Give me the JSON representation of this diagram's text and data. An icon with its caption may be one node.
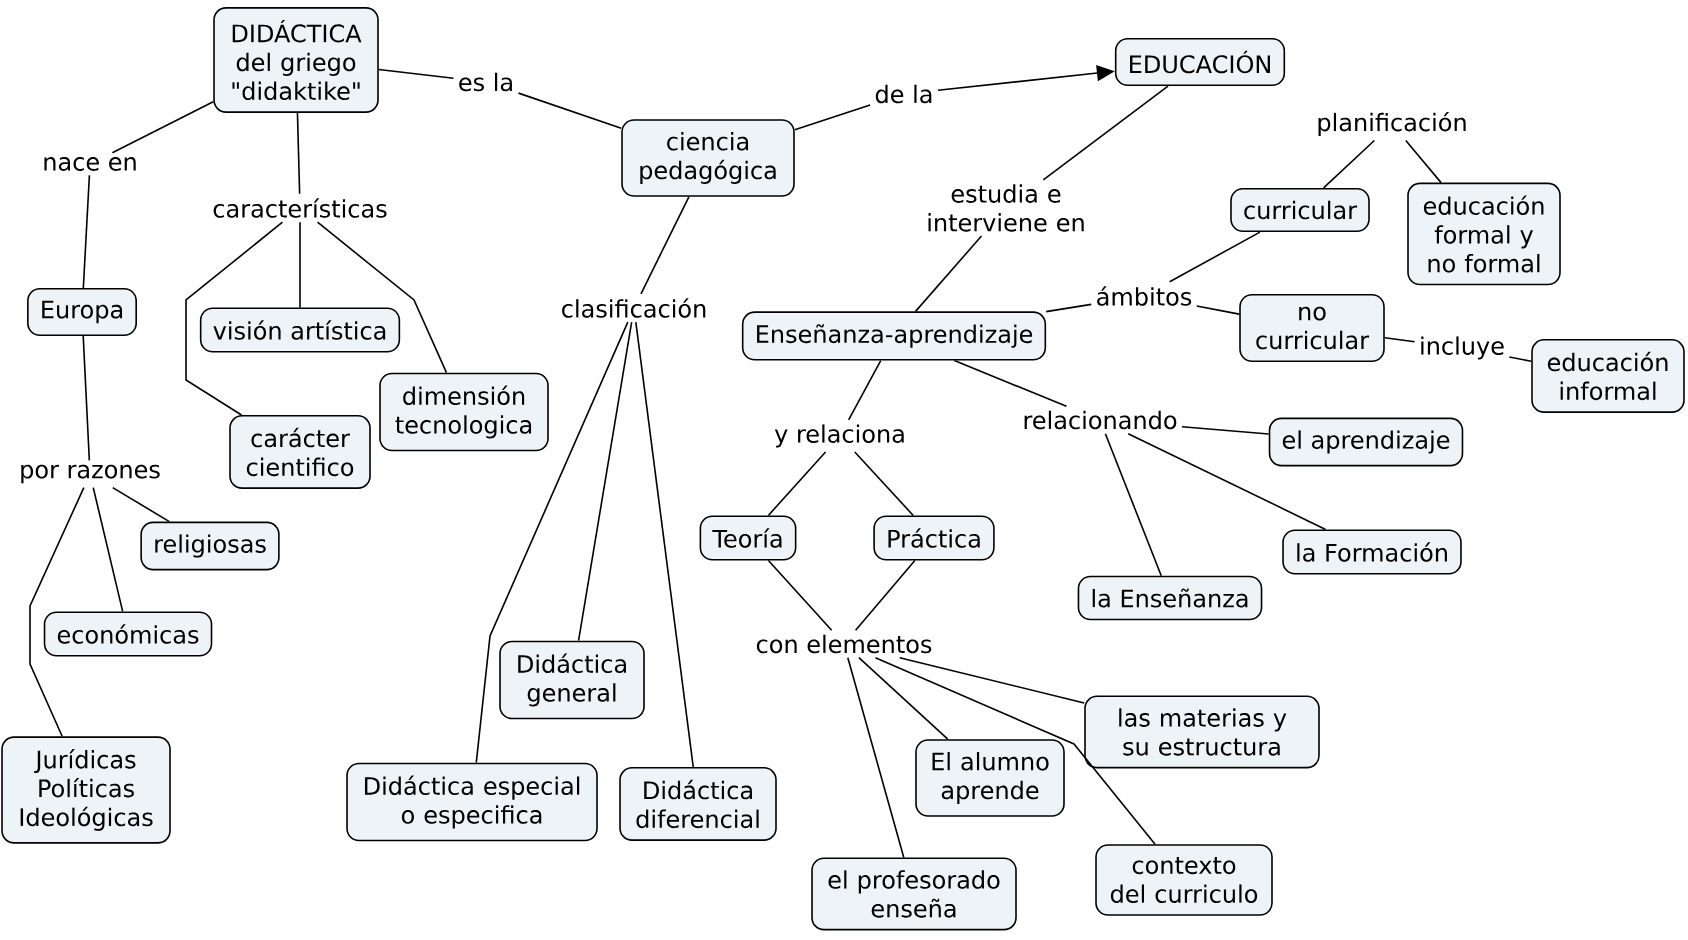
{
  "diagram": {
    "nodes": [
      {
        "text": [
          "DIDÁCTICA del griego \"didaktike\""
        ]
      },
      {
        "text": [
          "es la"
        ]
      },
      {
        "text": [
          "ciencia pedagógica"
        ]
      },
      {
        "text": [
          "de la"
        ]
      },
      {
        "text": [
          "EDUCACIÓN"
        ]
      },
      {
        "text": [
          "nace en"
        ]
      },
      {
        "text": [
          "características"
        ]
      },
      {
        "text": [
          "Europa"
        ]
      },
      {
        "text": [
          "visión artística"
        ]
      },
      {
        "text": [
          "dimensión tecnologica"
        ]
      },
      {
        "text": [
          "carácter cientifico"
        ]
      },
      {
        "text": [
          "por razones"
        ]
      },
      {
        "text": [
          "religiosas"
        ]
      },
      {
        "text": [
          "económicas"
        ]
      },
      {
        "text": [
          "Jurídicas Políticas Ideológicas"
        ]
      },
      {
        "text": [
          "clasificación"
        ]
      },
      {
        "text": [
          "Didáctica general"
        ]
      },
      {
        "text": [
          "Didáctica especial o especifica"
        ]
      },
      {
        "text": [
          "Didáctica diferencial"
        ]
      },
      {
        "text": [
          "estudia e interviene en"
        ]
      },
      {
        "text": [
          "Enseñanza-aprendizaje"
        ]
      },
      {
        "text": [
          "planificación"
        ]
      },
      {
        "text": [
          "curricular"
        ]
      },
      {
        "text": [
          "educación formal y no formal"
        ]
      },
      {
        "text": [
          "ámbitos"
        ]
      },
      {
        "text": [
          "no curricular"
        ]
      },
      {
        "text": [
          "incluye"
        ]
      },
      {
        "text": [
          "educación informal"
        ]
      },
      {
        "text": [
          "y relaciona"
        ]
      },
      {
        "text": [
          "relacionando"
        ]
      },
      {
        "text": [
          "el aprendizaje"
        ]
      },
      {
        "text": [
          "Teoría"
        ]
      },
      {
        "text": [
          "Práctica"
        ]
      },
      {
        "text": [
          "la Formación"
        ]
      },
      {
        "text": [
          "la Enseñanza"
        ]
      },
      {
        "text": [
          "con elementos"
        ]
      },
      {
        "text": [
          "las materias y su estructura"
        ]
      },
      {
        "text": [
          "El alumno aprende"
        ]
      },
      {
        "text": [
          "contexto del curriculo"
        ]
      },
      {
        "text": [
          "el profesorado enseña"
        ]
      }
    ],
    "edges": [
      {
        "from": 0,
        "to": 1,
        "arrow": "none"
      },
      {
        "from": 1,
        "to": 2,
        "arrow": "none"
      },
      {
        "from": 2,
        "to": 3,
        "arrow": "none"
      },
      {
        "from": 3,
        "to": 4,
        "arrow": "to"
      },
      {
        "from": 0,
        "to": 5,
        "arrow": "none"
      },
      {
        "from": 5,
        "to": 7,
        "arrow": "none"
      },
      {
        "from": 0,
        "to": 6,
        "arrow": "none"
      },
      {
        "from": 6,
        "to": 8,
        "arrow": "none"
      },
      {
        "from": 6,
        "to": 9,
        "arrow": "none"
      },
      {
        "from": 6,
        "to": 10,
        "arrow": "none"
      },
      {
        "from": 7,
        "to": 11,
        "arrow": "none"
      },
      {
        "from": 11,
        "to": 12,
        "arrow": "none"
      },
      {
        "from": 11,
        "to": 13,
        "arrow": "none"
      },
      {
        "from": 11,
        "to": 14,
        "arrow": "none"
      },
      {
        "from": 2,
        "to": 15,
        "arrow": "none"
      },
      {
        "from": 15,
        "to": 16,
        "arrow": "none"
      },
      {
        "from": 15,
        "to": 17,
        "arrow": "none"
      },
      {
        "from": 15,
        "to": 18,
        "arrow": "none"
      },
      {
        "from": 4,
        "to": 19,
        "arrow": "none"
      },
      {
        "from": 19,
        "to": 20,
        "arrow": "none"
      },
      {
        "from": 20,
        "to": 24,
        "arrow": "none"
      },
      {
        "from": 24,
        "to": 22,
        "arrow": "none"
      },
      {
        "from": 24,
        "to": 25,
        "arrow": "none"
      },
      {
        "from": 22,
        "to": 21,
        "arrow": "none"
      },
      {
        "from": 21,
        "to": 23,
        "arrow": "none"
      },
      {
        "from": 25,
        "to": 26,
        "arrow": "none"
      },
      {
        "from": 26,
        "to": 27,
        "arrow": "none"
      },
      {
        "from": 20,
        "to": 28,
        "arrow": "none"
      },
      {
        "from": 28,
        "to": 31,
        "arrow": "none"
      },
      {
        "from": 28,
        "to": 32,
        "arrow": "none"
      },
      {
        "from": 20,
        "to": 29,
        "arrow": "none"
      },
      {
        "from": 29,
        "to": 30,
        "arrow": "none"
      },
      {
        "from": 29,
        "to": 34,
        "arrow": "none"
      },
      {
        "from": 29,
        "to": 33,
        "arrow": "none"
      },
      {
        "from": 31,
        "to": 35,
        "arrow": "none"
      },
      {
        "from": 32,
        "to": 35,
        "arrow": "none"
      },
      {
        "from": 35,
        "to": 36,
        "arrow": "none"
      },
      {
        "from": 35,
        "to": 37,
        "arrow": "none"
      },
      {
        "from": 35,
        "to": 38,
        "arrow": "none"
      },
      {
        "from": 35,
        "to": 39,
        "arrow": "none"
      }
    ]
  }
}
